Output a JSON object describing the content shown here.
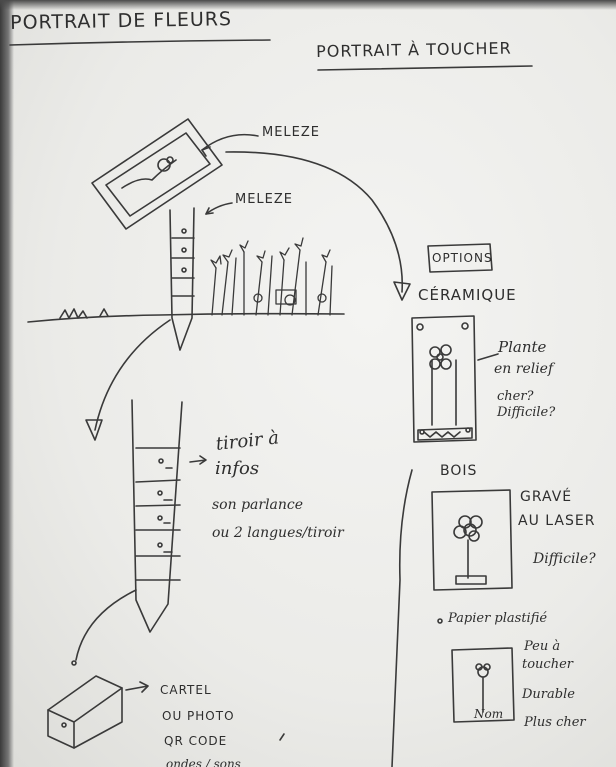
{
  "titles": {
    "left": "PORTRAIT DE FLEURS",
    "right": "PORTRAIT À TOUCHER"
  },
  "labels": {
    "meleze_top": "MELEZE",
    "meleze_second": "MELEZE",
    "options": "OPTIONS",
    "ceramique": "CÉRAMIQUE",
    "plante_line1": "Plante",
    "plante_line2": "en relief",
    "cher_line1": "cher?",
    "cher_line2": "Difficile?",
    "bois": "BOIS",
    "grave_line1": "GRAVÉ",
    "grave_line2": "AU LASER",
    "bois_difficile": "Difficile?",
    "papier": "Papier plastifié",
    "peu_line1": "Peu à",
    "peu_line2": "toucher",
    "durable": "Durable",
    "plus_cher": "Plus cher",
    "nom": "Nom",
    "tiroir_line1": "tiroir à",
    "tiroir_line2": "infos",
    "son": "son parlance",
    "langues": "ou 2 langues/tiroir",
    "cartel": "CARTEL",
    "photo": "OU PHOTO",
    "qr": "QR CODE",
    "bottom_cut": "ondes / sons"
  }
}
